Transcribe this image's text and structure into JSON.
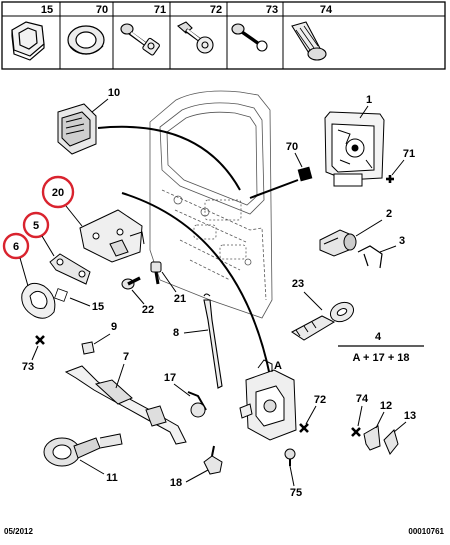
{
  "legend_strip": {
    "cells": [
      {
        "ref": "15",
        "icon": "grommet-ring-icon"
      },
      {
        "ref": "70",
        "icon": "oval-grommet-icon"
      },
      {
        "ref": "71",
        "icon": "bolt-with-nut-icon"
      },
      {
        "ref": "72",
        "icon": "flange-bolt-icon"
      },
      {
        "ref": "73",
        "icon": "self-tapping-screw-icon"
      },
      {
        "ref": "74",
        "icon": "countersunk-screw-icon"
      }
    ]
  },
  "callouts": {
    "c1": "1",
    "c2": "2",
    "c3": "3",
    "c4": "4",
    "c4_formula": "A + 17 + 18",
    "c5": "5",
    "c6": "6",
    "c7": "7",
    "c8": "8",
    "c9": "9",
    "c10": "10",
    "c11": "11",
    "c12": "12",
    "c13": "13",
    "c15": "15",
    "c17": "17",
    "c18": "18",
    "c20": "20",
    "c21": "21",
    "c22": "22",
    "c23": "23",
    "c70": "70",
    "c71": "71",
    "c72": "72",
    "c73": "73",
    "c74": "74",
    "c75": "75",
    "cA": "A"
  },
  "highlighted_refs": [
    "20",
    "5",
    "6"
  ],
  "highlight_color": "#d9232e",
  "footer": {
    "date": "05/2012",
    "code": "00010761"
  }
}
